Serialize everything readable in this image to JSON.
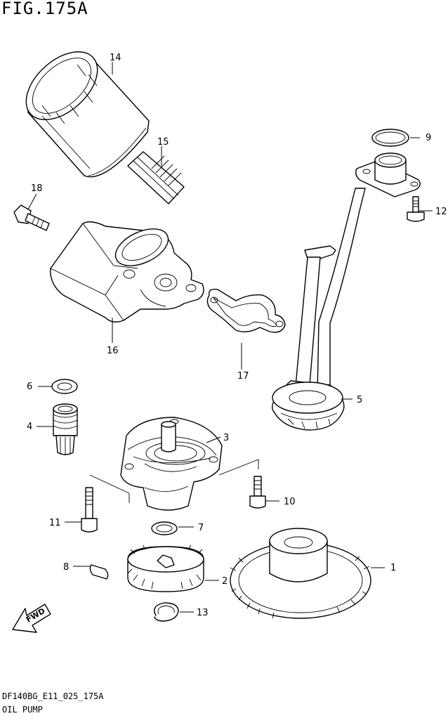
{
  "header": {
    "figure_title": "FIG.175A"
  },
  "footer": {
    "model_code": "DF140BG_E11_025_175A",
    "section_name": "OIL PUMP"
  },
  "fwd_badge": {
    "label": "FWD"
  },
  "callouts": {
    "c1": "1",
    "c2": "2",
    "c3": "3",
    "c4": "4",
    "c5": "5",
    "c6": "6",
    "c7": "7",
    "c8": "8",
    "c9": "9",
    "c10": "10",
    "c11": "11",
    "c12": "12",
    "c13": "13",
    "c14": "14",
    "c15": "15",
    "c16": "16",
    "c17": "17",
    "c18": "18"
  }
}
